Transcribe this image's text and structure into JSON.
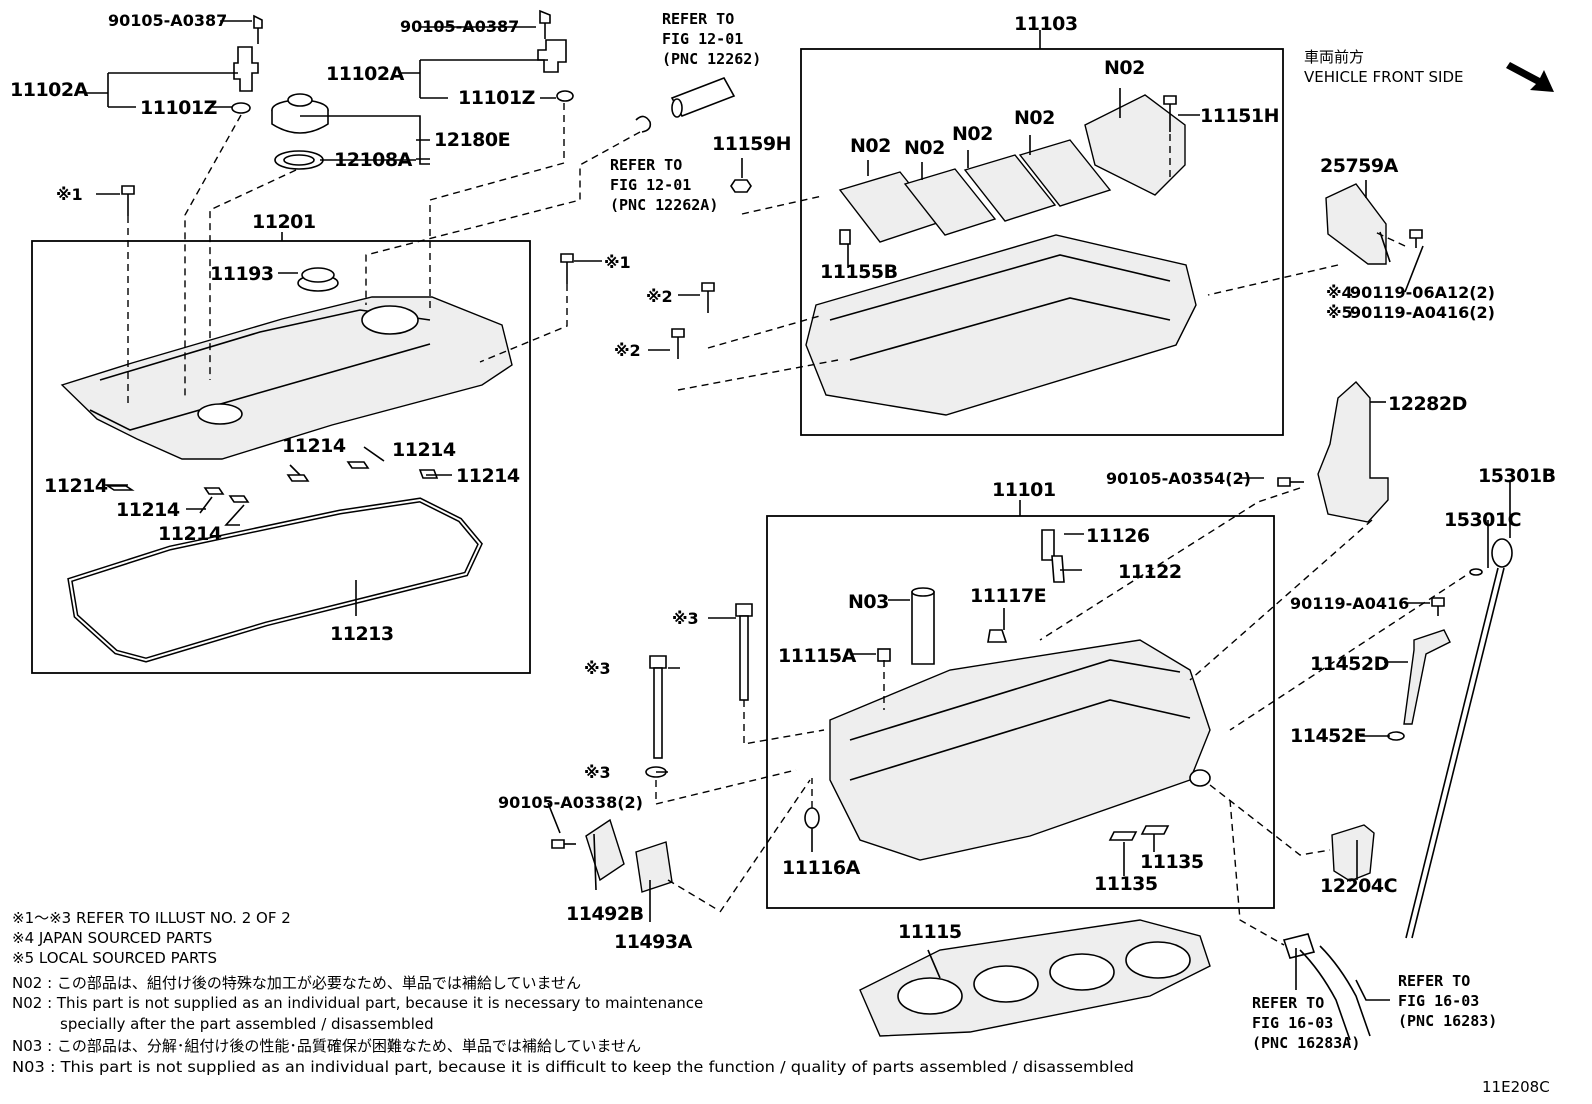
{
  "diagram_id": "11E208C",
  "vehicle_front": {
    "jp": "車両前方",
    "en": "VEHICLE FRONT SIDE"
  },
  "parts": {
    "p_90105_A0387_a": "90105-A0387",
    "p_90105_A0387_b": "90105-A0387",
    "p_11102A_a": "11102A",
    "p_11102A_b": "11102A",
    "p_11101Z_a": "11101Z",
    "p_11101Z_b": "11101Z",
    "p_12180E": "12180E",
    "p_12108A": "12108A",
    "p_11201": "11201",
    "p_11193": "11193",
    "p_11214_a": "11214",
    "p_11214_b": "11214",
    "p_11214_c": "11214",
    "p_11214_d": "11214",
    "p_11214_e": "11214",
    "p_11214_f": "11214",
    "p_11213": "11213",
    "p_11103": "11103",
    "p_N02_a": "N02",
    "p_N02_b": "N02",
    "p_N02_c": "N02",
    "p_N02_d": "N02",
    "p_N02_e": "N02",
    "p_11151H": "11151H",
    "p_11159H": "11159H",
    "p_11155B": "11155B",
    "p_25759A": "25759A",
    "p_90119_06A12": "90119-06A12(2)",
    "p_90119_A0416_2": "90119-A0416(2)",
    "p_12282D": "12282D",
    "p_90105_A0354": "90105-A0354(2)",
    "p_15301B": "15301B",
    "p_15301C": "15301C",
    "p_90119_A0416": "90119-A0416",
    "p_11452D": "11452D",
    "p_11452E": "11452E",
    "p_12204C": "12204C",
    "p_11101": "11101",
    "p_11126": "11126",
    "p_11122": "11122",
    "p_N03": "N03",
    "p_11117E": "11117E",
    "p_11115A": "11115A",
    "p_11116A": "11116A",
    "p_11135_a": "11135",
    "p_11135_b": "11135",
    "p_90105_A0338": "90105-A0338(2)",
    "p_11492B": "11492B",
    "p_11493A": "11493A",
    "p_11115": "11115"
  },
  "marks": {
    "m1_a": "※1",
    "m1_b": "※1",
    "m2_a": "※2",
    "m2_b": "※2",
    "m3_a": "※3",
    "m3_b": "※3",
    "m3_c": "※3",
    "m4": "※4",
    "m5": "※5"
  },
  "refs": {
    "r1": [
      "REFER TO",
      "FIG 12-01",
      "(PNC 12262)"
    ],
    "r2": [
      "REFER TO",
      "FIG 12-01",
      "(PNC 12262A)"
    ],
    "r3": [
      "REFER TO",
      "FIG 16-03",
      "(PNC 16283A)"
    ],
    "r4": [
      "REFER TO",
      "FIG 16-03",
      "(PNC 16283)"
    ]
  },
  "notes": [
    "※1～※3  REFER TO ILLUST NO. 2 OF 2",
    "※4  JAPAN SOURCED PARTS",
    "※5  LOCAL SOURCED PARTS",
    "N02 : この部品は、組付け後の特殊な加工が必要なため、単品では補給していません",
    "N02 : This part is not supplied as an individual part, because it is necessary to maintenance",
    "specially after the part assembled / disassembled",
    "N03 : この部品は、分解･組付け後の性能･品質確保が困難なため、単品では補給していません",
    "N03 : This part is not supplied as an individual part, because it is difficult to keep the function / quality of parts  assembled / disassembled"
  ]
}
